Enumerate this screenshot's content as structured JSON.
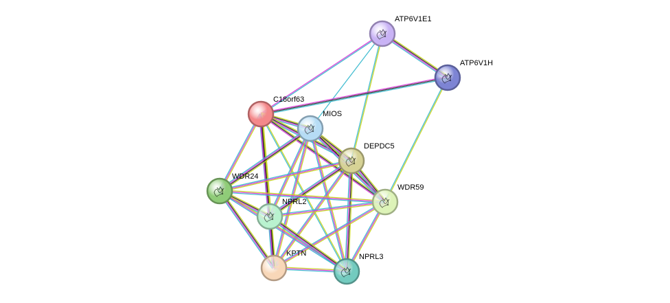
{
  "graph": {
    "nodes": [
      {
        "id": "ATP6V1E1",
        "label": "ATP6V1E1",
        "color": "#c9b3f5",
        "icon": "protein-structure-icon"
      },
      {
        "id": "ATP6V1H",
        "label": "ATP6V1H",
        "color": "#7d84d4",
        "icon": "protein-structure-icon"
      },
      {
        "id": "C18orf63",
        "label": "C18orf63",
        "color": "#f4888a",
        "icon": "none"
      },
      {
        "id": "MIOS",
        "label": "MIOS",
        "color": "#b6dcf5",
        "icon": "protein-structure-icon"
      },
      {
        "id": "DEPDC5",
        "label": "DEPDC5",
        "color": "#d6d295",
        "icon": "protein-structure-icon"
      },
      {
        "id": "WDR24",
        "label": "WDR24",
        "color": "#8fcc78",
        "icon": "protein-structure-icon"
      },
      {
        "id": "WDR59",
        "label": "WDR59",
        "color": "#ddf3b8",
        "icon": "protein-structure-icon"
      },
      {
        "id": "NPRL2",
        "label": "NPRL2",
        "color": "#b9f2cf",
        "icon": "protein-structure-icon"
      },
      {
        "id": "KPTN",
        "label": "KPTN",
        "color": "#f8d7b8",
        "icon": "none"
      },
      {
        "id": "NPRL3",
        "label": "NPRL3",
        "color": "#73cbbf",
        "icon": "protein-structure-icon"
      }
    ],
    "edges": [
      {
        "a": "ATP6V1E1",
        "b": "ATP6V1H",
        "colors": [
          "#c7d41f",
          "#2b2b2b",
          "#d73ad7",
          "#3bb9cf"
        ]
      },
      {
        "a": "ATP6V1E1",
        "b": "C18orf63",
        "colors": [
          "#3bb9cf",
          "#d73ad7"
        ]
      },
      {
        "a": "ATP6V1E1",
        "b": "MIOS",
        "colors": [
          "#3bb9cf"
        ]
      },
      {
        "a": "ATP6V1E1",
        "b": "DEPDC5",
        "colors": [
          "#c7d41f",
          "#3bb9cf"
        ]
      },
      {
        "a": "ATP6V1H",
        "b": "C18orf63",
        "colors": [
          "#3bb9cf",
          "#2b2b2b",
          "#d73ad7"
        ]
      },
      {
        "a": "ATP6V1H",
        "b": "WDR59",
        "colors": [
          "#c7d41f",
          "#3bb9cf"
        ]
      },
      {
        "a": "C18orf63",
        "b": "MIOS",
        "colors": [
          "#c7d41f",
          "#2b2b2b",
          "#d73ad7",
          "#3bb9cf"
        ]
      },
      {
        "a": "C18orf63",
        "b": "DEPDC5",
        "colors": [
          "#c7d41f",
          "#2b2b2b",
          "#d73ad7",
          "#3bb9cf"
        ]
      },
      {
        "a": "C18orf63",
        "b": "WDR24",
        "colors": [
          "#c7d41f",
          "#d73ad7",
          "#3bb9cf"
        ]
      },
      {
        "a": "C18orf63",
        "b": "WDR59",
        "colors": [
          "#c7d41f",
          "#2b2b2b",
          "#d73ad7"
        ]
      },
      {
        "a": "C18orf63",
        "b": "NPRL2",
        "colors": [
          "#c7d41f",
          "#2b2b2b",
          "#d73ad7",
          "#3bb9cf"
        ]
      },
      {
        "a": "C18orf63",
        "b": "KPTN",
        "colors": [
          "#c7d41f",
          "#2b2b2b",
          "#d73ad7"
        ]
      },
      {
        "a": "C18orf63",
        "b": "NPRL3",
        "colors": [
          "#c7d41f",
          "#3bb9cf"
        ]
      },
      {
        "a": "MIOS",
        "b": "DEPDC5",
        "colors": [
          "#c7d41f",
          "#2b2b2b",
          "#d73ad7",
          "#3bb9cf"
        ]
      },
      {
        "a": "MIOS",
        "b": "WDR24",
        "colors": [
          "#c7d41f",
          "#2b2b2b",
          "#d73ad7",
          "#3bb9cf"
        ]
      },
      {
        "a": "MIOS",
        "b": "WDR59",
        "colors": [
          "#c7d41f",
          "#2b2b2b",
          "#d73ad7",
          "#3bb9cf"
        ]
      },
      {
        "a": "MIOS",
        "b": "NPRL2",
        "colors": [
          "#c7d41f",
          "#d73ad7",
          "#3bb9cf"
        ]
      },
      {
        "a": "MIOS",
        "b": "KPTN",
        "colors": [
          "#c7d41f",
          "#d73ad7",
          "#3bb9cf"
        ]
      },
      {
        "a": "MIOS",
        "b": "NPRL3",
        "colors": [
          "#c7d41f",
          "#d73ad7",
          "#3bb9cf"
        ]
      },
      {
        "a": "DEPDC5",
        "b": "WDR24",
        "colors": [
          "#c7d41f",
          "#d73ad7",
          "#3bb9cf"
        ]
      },
      {
        "a": "DEPDC5",
        "b": "WDR59",
        "colors": [
          "#c7d41f",
          "#2b2b2b",
          "#d73ad7",
          "#3bb9cf"
        ]
      },
      {
        "a": "DEPDC5",
        "b": "NPRL2",
        "colors": [
          "#c7d41f",
          "#2b2b2b",
          "#d73ad7",
          "#3bb9cf"
        ]
      },
      {
        "a": "DEPDC5",
        "b": "KPTN",
        "colors": [
          "#c7d41f",
          "#d73ad7",
          "#3bb9cf"
        ]
      },
      {
        "a": "DEPDC5",
        "b": "NPRL3",
        "colors": [
          "#c7d41f",
          "#2b2b2b",
          "#d73ad7",
          "#3bb9cf"
        ]
      },
      {
        "a": "WDR24",
        "b": "WDR59",
        "colors": [
          "#c7d41f",
          "#d73ad7",
          "#3bb9cf"
        ]
      },
      {
        "a": "WDR24",
        "b": "NPRL2",
        "colors": [
          "#c7d41f",
          "#2b2b2b",
          "#d73ad7",
          "#3bb9cf"
        ]
      },
      {
        "a": "WDR24",
        "b": "KPTN",
        "colors": [
          "#c7d41f",
          "#2b2b2b",
          "#d73ad7",
          "#3bb9cf"
        ]
      },
      {
        "a": "WDR24",
        "b": "NPRL3",
        "colors": [
          "#c7d41f",
          "#d73ad7",
          "#3bb9cf"
        ]
      },
      {
        "a": "WDR59",
        "b": "NPRL2",
        "colors": [
          "#c7d41f",
          "#d73ad7",
          "#3bb9cf"
        ]
      },
      {
        "a": "WDR59",
        "b": "KPTN",
        "colors": [
          "#c7d41f",
          "#d73ad7",
          "#3bb9cf"
        ]
      },
      {
        "a": "WDR59",
        "b": "NPRL3",
        "colors": [
          "#c7d41f",
          "#d73ad7",
          "#3bb9cf"
        ]
      },
      {
        "a": "NPRL2",
        "b": "KPTN",
        "colors": [
          "#c7d41f",
          "#2b2b2b",
          "#d73ad7",
          "#3bb9cf"
        ]
      },
      {
        "a": "NPRL2",
        "b": "NPRL3",
        "colors": [
          "#c7d41f",
          "#2b2b2b",
          "#d73ad7",
          "#3bb9cf"
        ]
      },
      {
        "a": "KPTN",
        "b": "NPRL3",
        "colors": [
          "#c7d41f",
          "#d73ad7",
          "#3bb9cf"
        ]
      }
    ]
  }
}
